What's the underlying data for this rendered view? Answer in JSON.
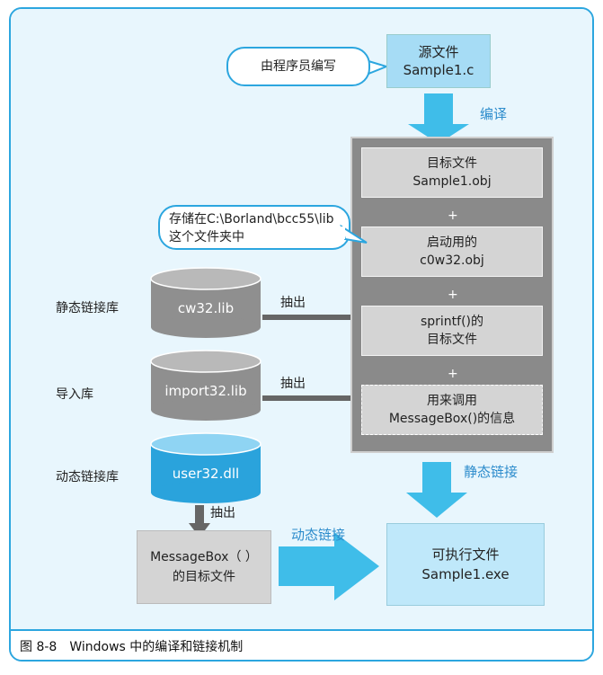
{
  "caption": "图 8-8　Windows 中的编译和链接机制",
  "bubble_writer": "由程序员编写",
  "source_file": {
    "line1": "源文件",
    "line2": "Sample1.c"
  },
  "compile_label": "编译",
  "linker_boxes": [
    {
      "line1": "目标文件",
      "line2": "Sample1.obj"
    },
    {
      "line1": "启动用的",
      "line2": "c0w32.obj"
    },
    {
      "line1": "sprintf()的",
      "line2": "目标文件"
    },
    {
      "line1": "用来调用",
      "line2": "MessageBox()的信息"
    }
  ],
  "plus_sign": "+",
  "bubble_path": {
    "line1": "存储在C:\\Borland\\bcc55\\lib",
    "line2": "这个文件夹中"
  },
  "libraries": [
    {
      "category": "静态链接库",
      "name": "cw32.lib",
      "action": "抽出",
      "color": "#8f8f8f"
    },
    {
      "category": "导入库",
      "name": "import32.lib",
      "action": "抽出",
      "color": "#8f8f8f"
    },
    {
      "category": "动态链接库",
      "name": "user32.dll",
      "action": "抽出",
      "color": "#2aa3dc"
    }
  ],
  "static_link_label": "静态链接",
  "dynamic_link_label": "动态链接",
  "msgbox_obj": {
    "line1": "MessageBox（ ）",
    "line2": "的目标文件"
  },
  "executable": {
    "line1": "可执行文件",
    "line2": "Sample1.exe"
  }
}
